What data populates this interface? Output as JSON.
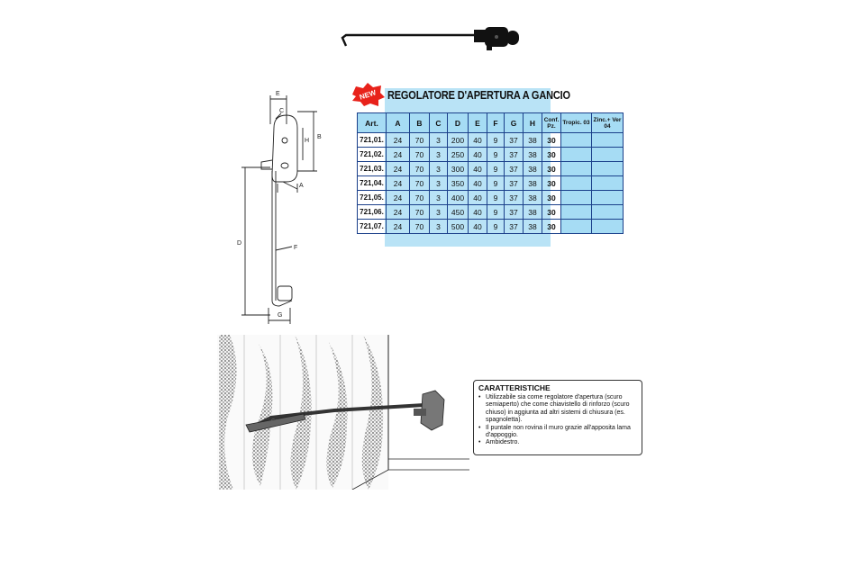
{
  "title": "REGOLATORE D'APERTURA A GANCIO",
  "badge": "NEW",
  "table": {
    "headers": [
      "Art.",
      "A",
      "B",
      "C",
      "D",
      "E",
      "F",
      "G",
      "H",
      "Conf. Pz.",
      "Tropic. 03",
      "Zinc.+ Ver 04"
    ],
    "rows": [
      [
        "721,01.",
        "24",
        "70",
        "3",
        "200",
        "40",
        "9",
        "37",
        "38",
        "30",
        "",
        ""
      ],
      [
        "721,02.",
        "24",
        "70",
        "3",
        "250",
        "40",
        "9",
        "37",
        "38",
        "30",
        "",
        ""
      ],
      [
        "721,03.",
        "24",
        "70",
        "3",
        "300",
        "40",
        "9",
        "37",
        "38",
        "30",
        "",
        ""
      ],
      [
        "721,04.",
        "24",
        "70",
        "3",
        "350",
        "40",
        "9",
        "37",
        "38",
        "30",
        "",
        ""
      ],
      [
        "721,05.",
        "24",
        "70",
        "3",
        "400",
        "40",
        "9",
        "37",
        "38",
        "30",
        "",
        ""
      ],
      [
        "721,06.",
        "24",
        "70",
        "3",
        "450",
        "40",
        "9",
        "37",
        "38",
        "30",
        "",
        ""
      ],
      [
        "721,07.",
        "24",
        "70",
        "3",
        "500",
        "40",
        "9",
        "37",
        "38",
        "30",
        "",
        ""
      ]
    ]
  },
  "drawing_labels": {
    "e": "E",
    "c": "C",
    "b": "B",
    "h": "H",
    "a": "A",
    "d": "D",
    "f": "F",
    "g": "G"
  },
  "features": {
    "title": "CARATTERISTICHE",
    "items": [
      "Utilizzabile sia come regolatore d'apertura (scuro semiaperto)  che come chiavistello di rinforzo (scuro chiuso) in aggiunta ad altri sistemi di chiusura (es. spagnoletta).",
      "Il puntale non rovina il muro grazie all'apposita lama d'appoggio.",
      "Ambidestro."
    ]
  },
  "colors": {
    "table_fill": "#a6dcf4",
    "table_border": "#1a3f8a",
    "badge": "#e8221b"
  }
}
